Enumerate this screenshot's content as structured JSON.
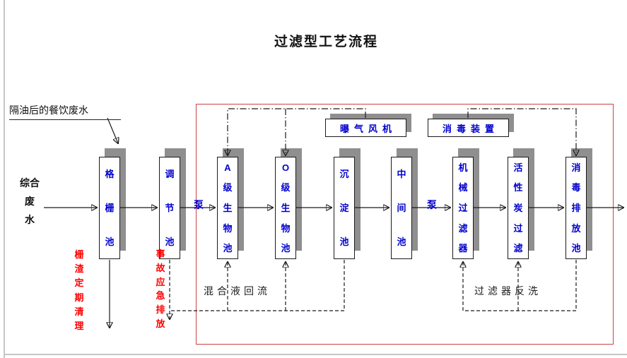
{
  "title": "过滤型工艺流程",
  "colors": {
    "unit_text": "#0000cd",
    "alert_text": "#ff0000",
    "frame_border": "#cc4444",
    "box_shadow": "#8f8f8f",
    "line_black": "#1a1a1a"
  },
  "influent": {
    "source_note": "隔油后的餐饮废水",
    "lines": [
      "综合",
      "废",
      "水"
    ]
  },
  "pump_label": "泵",
  "units": [
    {
      "label": "格栅池"
    },
    {
      "label": "调节池"
    },
    {
      "label": "A级生物池"
    },
    {
      "label": "O级生物池"
    },
    {
      "label": "沉淀池"
    },
    {
      "label": "中间池"
    },
    {
      "label": "机械过滤器"
    },
    {
      "label": "活性炭过滤"
    },
    {
      "label": "消毒排放池"
    }
  ],
  "aux_units": [
    {
      "label": "曝气风机"
    },
    {
      "label": "消毒装置"
    }
  ],
  "side_notes": [
    {
      "label": "栅渣定期清理"
    },
    {
      "label": "事故应急排放"
    }
  ],
  "flow_labels": [
    {
      "label": "混合液回流"
    },
    {
      "label": "过滤器反洗"
    }
  ]
}
